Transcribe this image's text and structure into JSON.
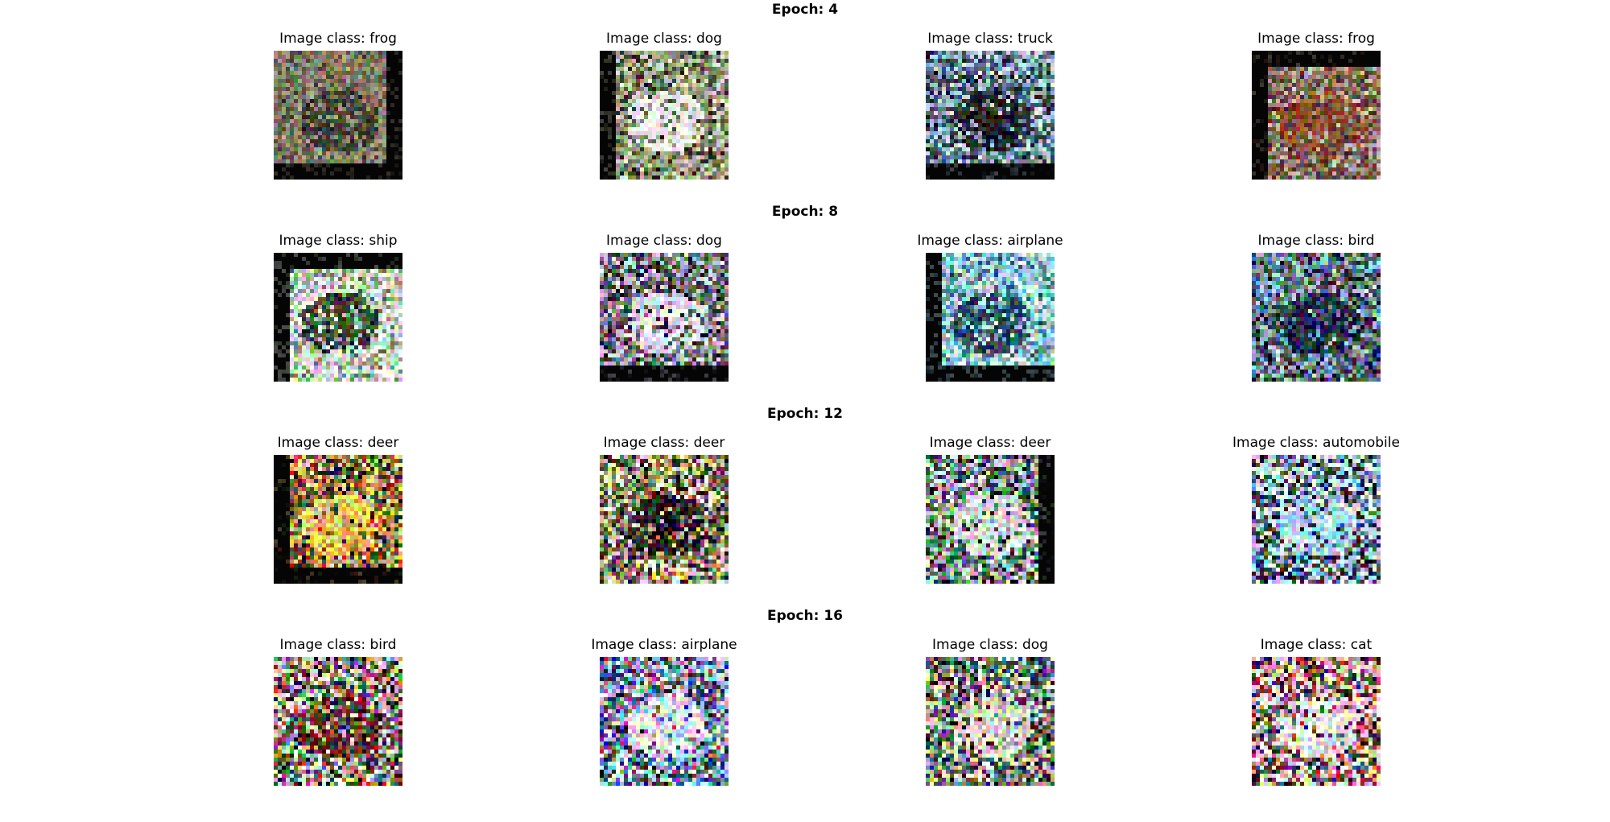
{
  "rows": [
    {
      "title": "Epoch: 4",
      "images": [
        {
          "caption": "Image class: frog",
          "palette": [
            "#7a7a5e",
            "#8c7f66",
            "#5f6a52",
            "#a08c78",
            "#6b5f4d",
            "#8e8e7a",
            "#4d4a3c",
            "#b0a08a"
          ],
          "noise": 0.35,
          "border": "#050505",
          "border_sides": "rb",
          "subject": "#3e3e34"
        },
        {
          "caption": "Image class: dog",
          "palette": [
            "#8fa06e",
            "#a5b07c",
            "#6f8252",
            "#c8c8b4",
            "#5a6a44",
            "#e0e0e0",
            "#2a2a24",
            "#9a9a88"
          ],
          "noise": 0.35,
          "border": "#050505",
          "border_sides": "l",
          "subject": "#f2f2f2"
        },
        {
          "caption": "Image class: truck",
          "palette": [
            "#6e8aa6",
            "#9ab4cc",
            "#2a3a48",
            "#d8e0e8",
            "#3c5a6e",
            "#1a1e22",
            "#b0c8d8",
            "#4e6e8a"
          ],
          "noise": 0.4,
          "border": "#050505",
          "border_sides": "b",
          "subject": "#1a1e22"
        },
        {
          "caption": "Image class: frog",
          "palette": [
            "#8a7a66",
            "#6e5a48",
            "#a08c7a",
            "#5a4a3a",
            "#b4a48e",
            "#7a3a2a",
            "#c8c0b0",
            "#4a4036"
          ],
          "noise": 0.4,
          "border": "#050505",
          "border_sides": "tl",
          "subject": "#8a4a2e"
        }
      ]
    },
    {
      "title": "Epoch: 8",
      "images": [
        {
          "caption": "Image class: ship",
          "palette": [
            "#e8f0e0",
            "#c8e0c0",
            "#a8c8a0",
            "#f0f0f8",
            "#88a878",
            "#d0d8e8",
            "#6a8a5a",
            "#ffffff"
          ],
          "noise": 0.55,
          "border": "#050505",
          "border_sides": "tl",
          "subject": "#3a4a30"
        },
        {
          "caption": "Image class: dog",
          "palette": [
            "#3a3a44",
            "#6e6e8a",
            "#c8c8e0",
            "#1e1e24",
            "#8a7a6a",
            "#e0e0f0",
            "#4e5a4a",
            "#a8a8c0"
          ],
          "noise": 0.55,
          "border": "#050505",
          "border_sides": "b",
          "subject": "#e8e8f8"
        },
        {
          "caption": "Image class: airplane",
          "palette": [
            "#8ad0e8",
            "#a8e8f0",
            "#6ab0c8",
            "#c8f0f8",
            "#4e90a8",
            "#e0f8ff",
            "#3a6a7a",
            "#9ac8a8"
          ],
          "noise": 0.5,
          "border": "#050505",
          "border_sides": "lb",
          "subject": "#2a4a5a"
        },
        {
          "caption": "Image class: bird",
          "palette": [
            "#3a4a5a",
            "#6a8ac8",
            "#2a2a3a",
            "#8aa0a0",
            "#4e6e4e",
            "#a8c8e0",
            "#1a1e2a",
            "#5a7aa8"
          ],
          "noise": 0.55,
          "border": "#050505",
          "border_sides": "",
          "subject": "#1a2a4a"
        }
      ]
    },
    {
      "title": "Epoch: 12",
      "images": [
        {
          "caption": "Image class: deer",
          "palette": [
            "#2a3a1e",
            "#c84a2a",
            "#e8c84a",
            "#3a6a2a",
            "#f0e0a0",
            "#8a3a2a",
            "#1e1e1a",
            "#d8a060"
          ],
          "noise": 0.65,
          "border": "#050505",
          "border_sides": "lb",
          "subject": "#f8d060"
        },
        {
          "caption": "Image class: deer",
          "palette": [
            "#1e1e1e",
            "#e8e8d8",
            "#8a7a5a",
            "#c8b068",
            "#3a3a2a",
            "#f8f8f0",
            "#5a5040",
            "#a89870"
          ],
          "noise": 0.65,
          "border": "#050505",
          "border_sides": "",
          "subject": "#141414"
        },
        {
          "caption": "Image class: deer",
          "palette": [
            "#3a6a3a",
            "#5aa05a",
            "#2a2a4a",
            "#c8c8e8",
            "#8a6ab0",
            "#1a1a1a",
            "#a8d0a8",
            "#e8e8f8"
          ],
          "noise": 0.65,
          "border": "#050505",
          "border_sides": "r",
          "subject": "#e8e8f0"
        },
        {
          "caption": "Image class: automobile",
          "palette": [
            "#1a2a4a",
            "#8ac8e8",
            "#e8f0f8",
            "#2a2a2a",
            "#5a8ac8",
            "#c8e8f8",
            "#3a4a3a",
            "#f8f8ff"
          ],
          "noise": 0.65,
          "border": "#050505",
          "border_sides": "",
          "subject": "#a8e0f8"
        }
      ]
    },
    {
      "title": "Epoch: 16",
      "images": [
        {
          "caption": "Image class: bird",
          "palette": [
            "#e8e8c8",
            "#c84a4a",
            "#3a8a3a",
            "#f8f0a0",
            "#1a1a1a",
            "#8a6ac8",
            "#f0f0f0",
            "#4a2a1a"
          ],
          "noise": 0.75,
          "border": "#050505",
          "border_sides": "",
          "subject": "#5a1a1a"
        },
        {
          "caption": "Image class: airplane",
          "palette": [
            "#2a3aa8",
            "#e8e8f8",
            "#1a1a2a",
            "#4a8ac8",
            "#f8f8ff",
            "#c84a8a",
            "#3a6a3a",
            "#8ac8e8"
          ],
          "noise": 0.75,
          "border": "#050505",
          "border_sides": "",
          "subject": "#f8f8ff"
        },
        {
          "caption": "Image class: dog",
          "palette": [
            "#2a2a2a",
            "#e8e0c8",
            "#8a7a5a",
            "#3a6a6a",
            "#f8f0d8",
            "#5a4a8a",
            "#1a1a1a",
            "#c8b890"
          ],
          "noise": 0.75,
          "border": "#050505",
          "border_sides": "",
          "subject": "#f0e8d0"
        },
        {
          "caption": "Image class: cat",
          "palette": [
            "#f8f0f8",
            "#c83a3a",
            "#1a1a1a",
            "#e8a8c8",
            "#3a3a6a",
            "#f8d8a0",
            "#6a3a2a",
            "#ffffff"
          ],
          "noise": 0.75,
          "border": "#050505",
          "border_sides": "",
          "subject": "#f8f8f8"
        }
      ]
    }
  ]
}
